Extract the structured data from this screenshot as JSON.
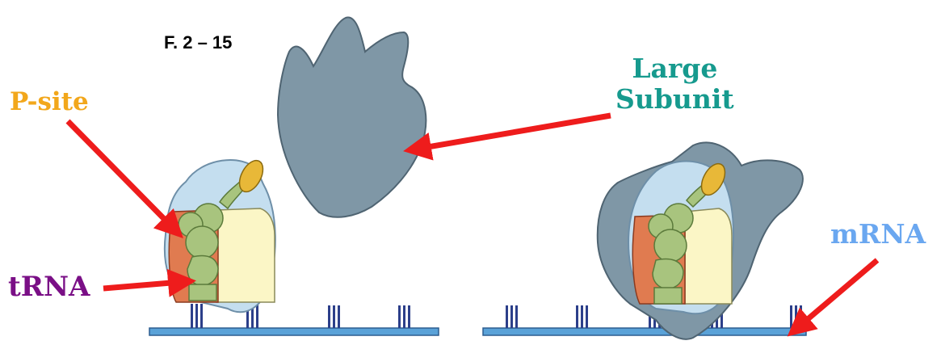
{
  "figure": {
    "number_label": "F. 2 – 15"
  },
  "labels": {
    "p_site": "P-site",
    "large_subunit_line1": "Large",
    "large_subunit_line2": "Subunit",
    "trna": "tRNA",
    "mrna": "mRNA"
  },
  "colors": {
    "p_site_label": "#f2a71b",
    "large_subunit_label": "#169a8e",
    "trna_label": "#7a0f86",
    "mrna_label": "#6aa7f0",
    "arrow": "#ee1c1c",
    "large_subunit": "#7f97a6",
    "small_subunit": "#c4deef",
    "mrna_strand": "#5aa2d8",
    "codon_marks": "#2c3f8a",
    "trna_body": "#a8c47e",
    "p_site_region": "#e07b50",
    "a_site_region": "#fbf6c6",
    "amino_acid": "#e8b838"
  }
}
